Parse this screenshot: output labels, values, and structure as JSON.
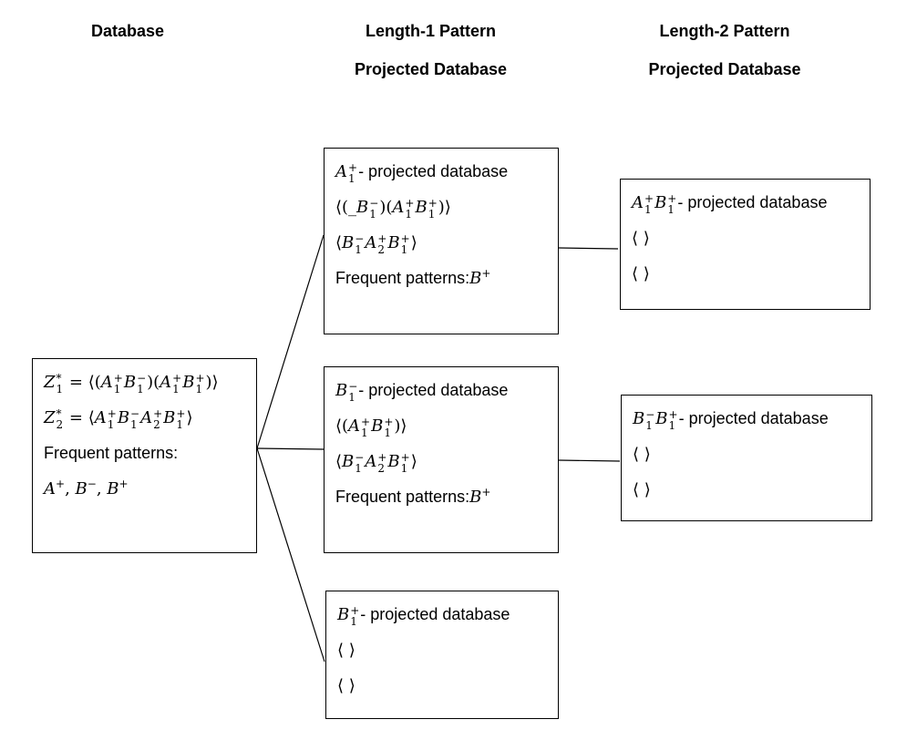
{
  "headers": {
    "database": "Database",
    "length1_line1": "Length-1 Pattern",
    "length1_line2": "Projected Database",
    "length2_line1": "Length-2 Pattern",
    "length2_line2": "Projected Database"
  },
  "database_box": {
    "frequent_label": "Frequent patterns:"
  },
  "box_a1": {
    "title_suffix": "- projected database",
    "frequent_label": "Frequent patterns:"
  },
  "box_b1minus": {
    "title_suffix": "- projected database",
    "frequent_label": "Frequent patterns:"
  },
  "box_b1plus": {
    "title_suffix": "- projected database"
  },
  "box_a1b1": {
    "title_suffix": "- projected database"
  },
  "box_b1minusb1plus": {
    "title_suffix": "- projected database"
  },
  "colors": {
    "stroke": "#000000",
    "background": "#ffffff"
  }
}
